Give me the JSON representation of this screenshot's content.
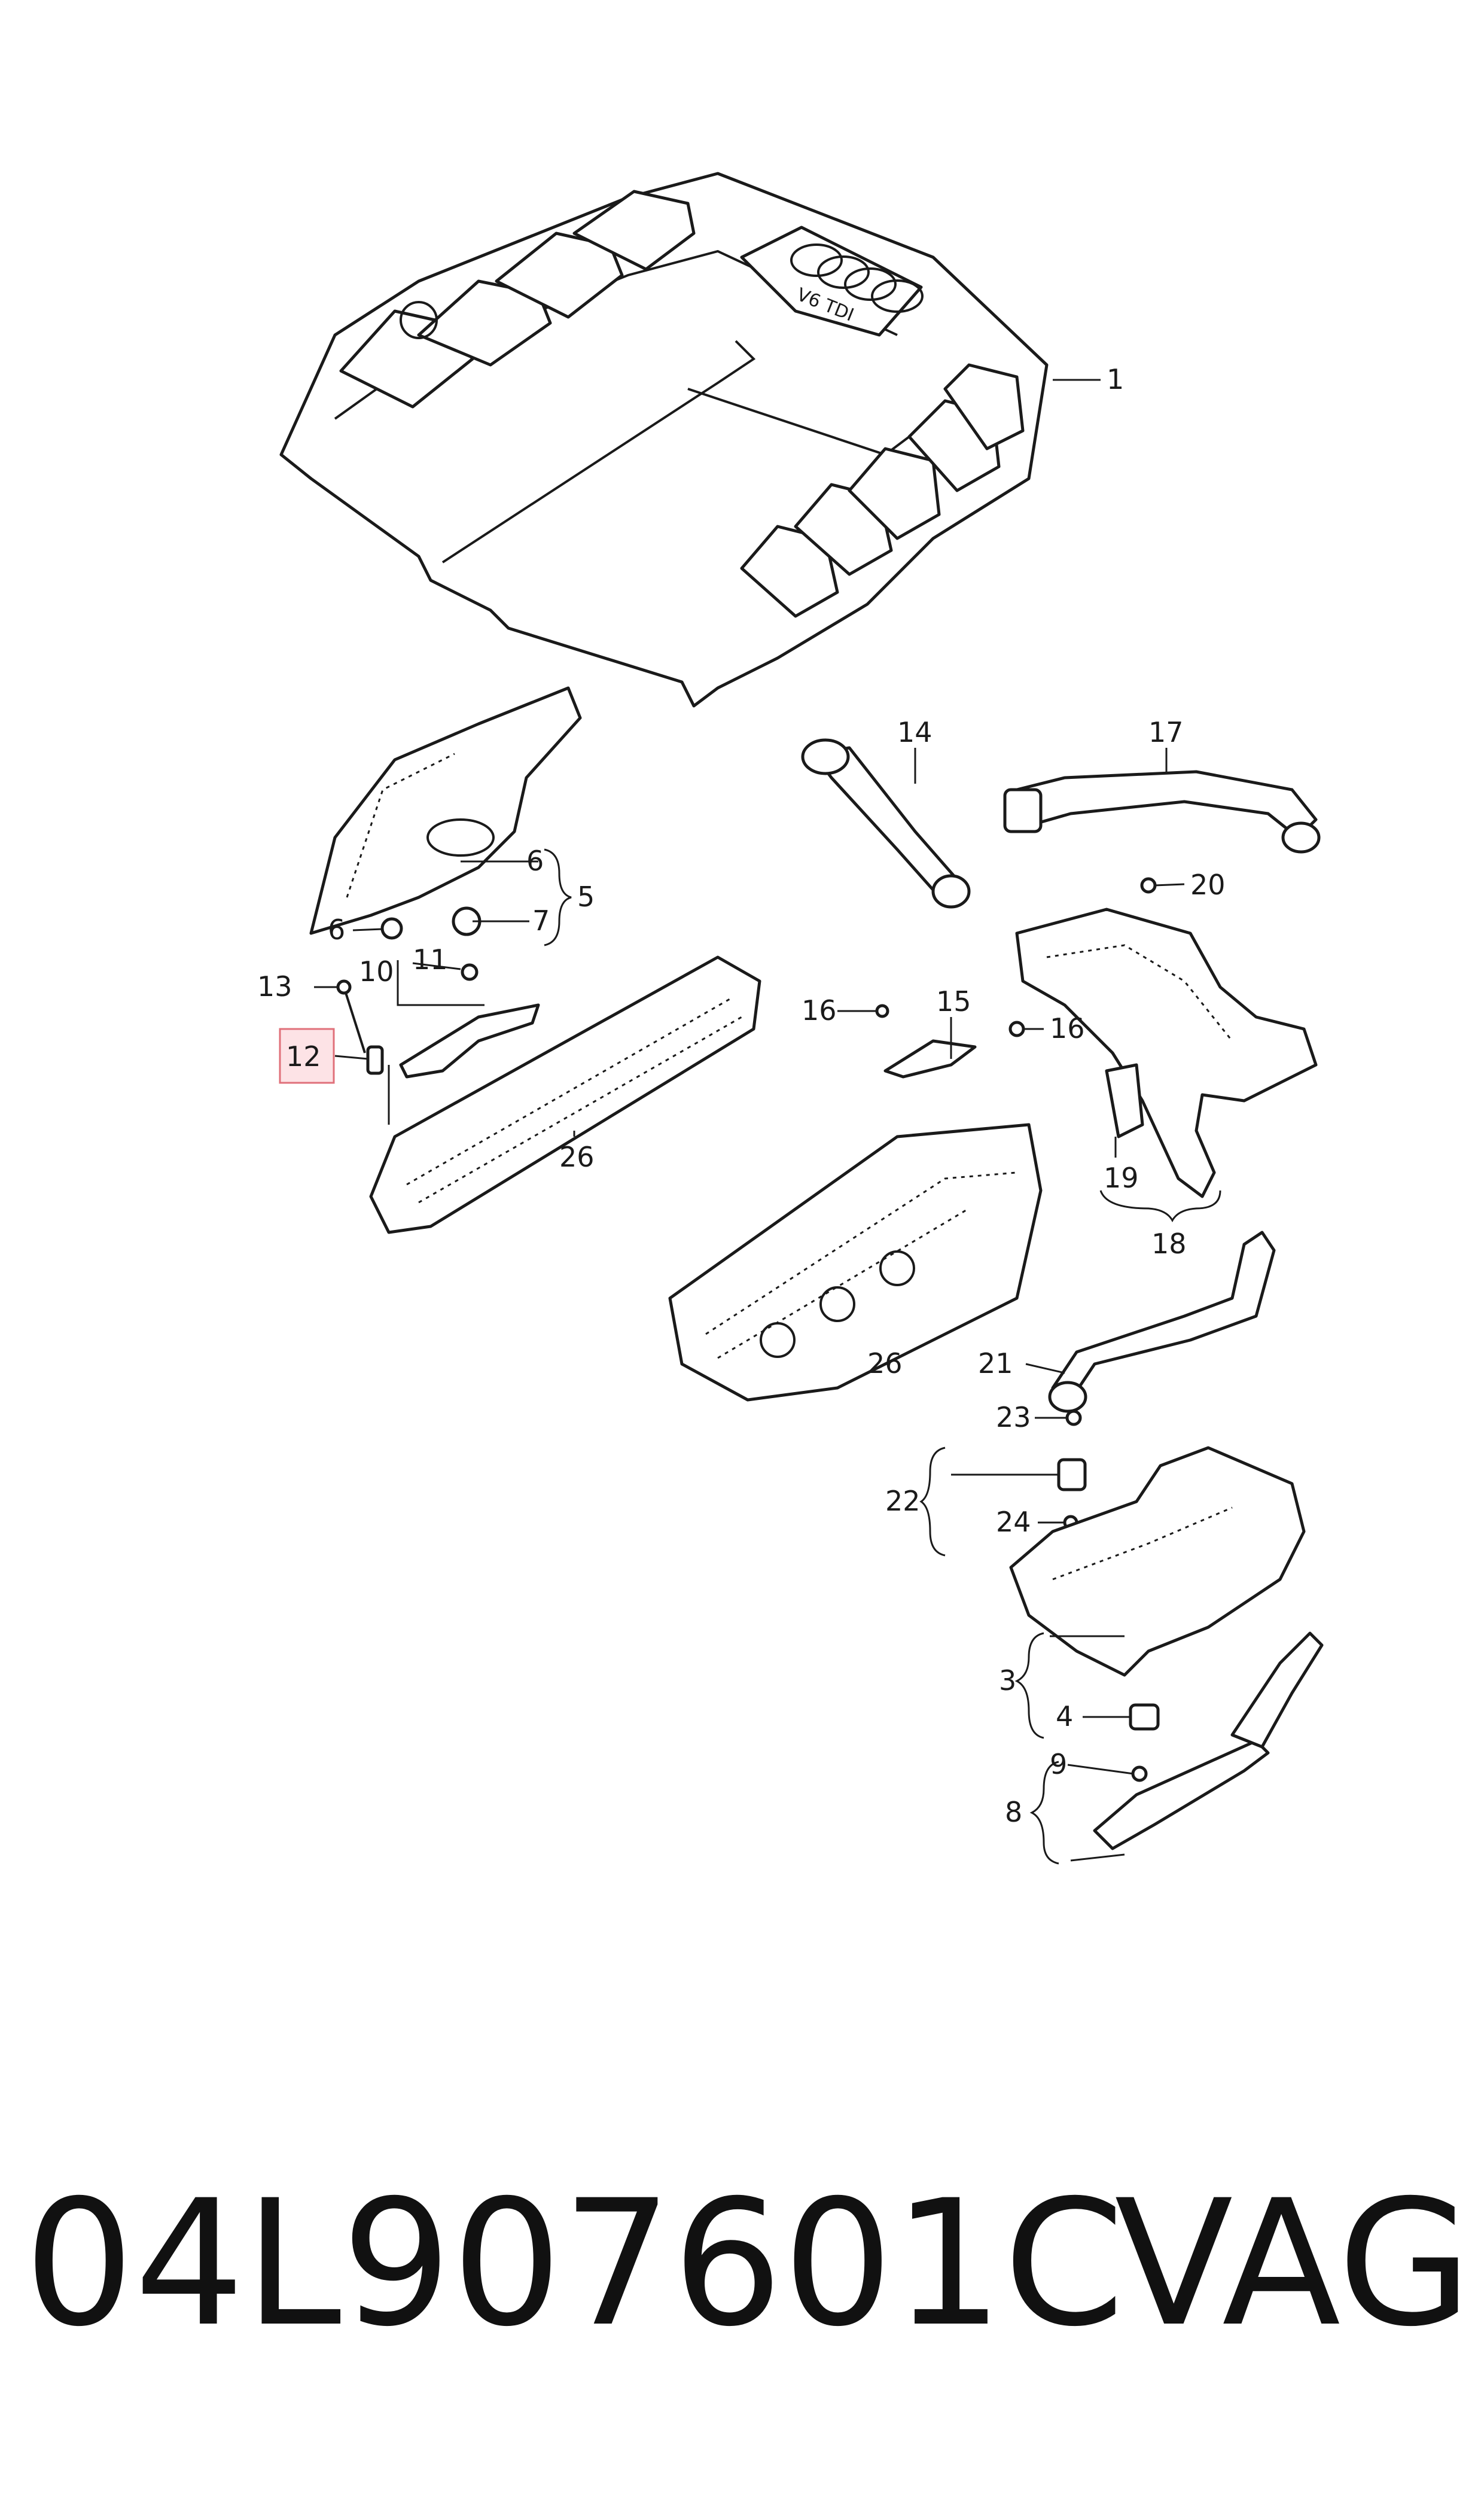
{
  "callouts": [
    {
      "id": "c1",
      "label": "1"
    },
    {
      "id": "c14",
      "label": "14"
    },
    {
      "id": "c17",
      "label": "17"
    },
    {
      "id": "c20",
      "label": "20"
    },
    {
      "id": "c6a",
      "label": "6"
    },
    {
      "id": "c5",
      "label": "5"
    },
    {
      "id": "c6b",
      "label": "6"
    },
    {
      "id": "c7",
      "label": "7"
    },
    {
      "id": "c11",
      "label": "11"
    },
    {
      "id": "c10",
      "label": "10"
    },
    {
      "id": "c13",
      "label": "13"
    },
    {
      "id": "c12",
      "label": "12"
    },
    {
      "id": "c26a",
      "label": "26"
    },
    {
      "id": "c16a",
      "label": "16"
    },
    {
      "id": "c15",
      "label": "15"
    },
    {
      "id": "c16b",
      "label": "16"
    },
    {
      "id": "c19",
      "label": "19"
    },
    {
      "id": "c18",
      "label": "18"
    },
    {
      "id": "c26b",
      "label": "26"
    },
    {
      "id": "c21",
      "label": "21"
    },
    {
      "id": "c23",
      "label": "23"
    },
    {
      "id": "c22",
      "label": "22"
    },
    {
      "id": "c24",
      "label": "24"
    },
    {
      "id": "c3",
      "label": "3"
    },
    {
      "id": "c4",
      "label": "4"
    },
    {
      "id": "c9",
      "label": "9"
    },
    {
      "id": "c8",
      "label": "8"
    }
  ],
  "highlighted_callout": "12",
  "cover_badge": "V6 TDI",
  "footer": {
    "part_number": "04L907601C",
    "brand": "VAG"
  }
}
